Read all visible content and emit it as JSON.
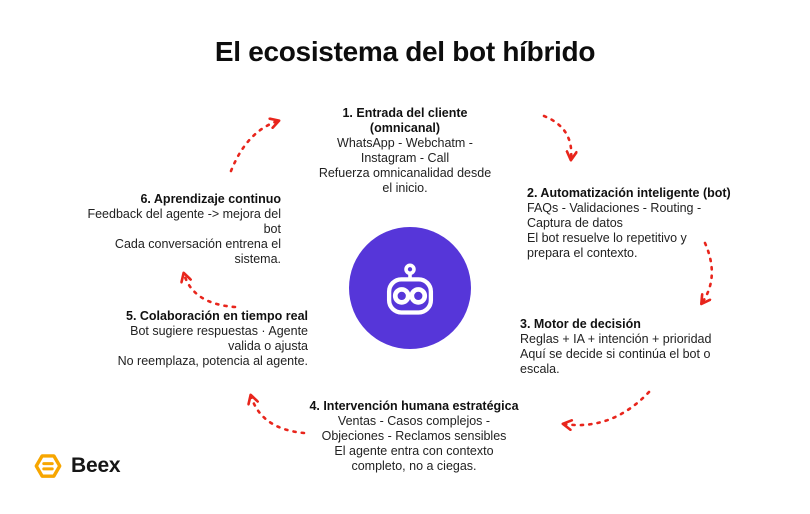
{
  "title": "El ecosistema del bot híbrido",
  "brand": {
    "name": "Beex"
  },
  "colors": {
    "arrow_red": "#e8251c",
    "bot_purple": "#5636d9",
    "logo_yellow": "#f7a600",
    "text": "#1b1b1b",
    "background": "#ffffff"
  },
  "center": {
    "icon": "bot-icon"
  },
  "steps": [
    {
      "title": [
        "1. Entrada del cliente",
        "(omnicanal)"
      ],
      "body": [
        "WhatsApp - Webchatm -",
        "Instagram - Call",
        "Refuerza omnicanalidad desde",
        "el inicio."
      ]
    },
    {
      "title": [
        "2. Automatización inteligente (bot)"
      ],
      "body": [
        "FAQs - Validaciones - Routing -",
        "Captura de datos",
        "El bot resuelve lo repetitivo y",
        "prepara el contexto."
      ]
    },
    {
      "title": [
        "3. Motor de decisión"
      ],
      "body": [
        "Reglas + IA + intención + prioridad",
        "Aquí se decide si continúa el bot o",
        "escala."
      ]
    },
    {
      "title": [
        "4. Intervención humana estratégica"
      ],
      "body": [
        "Ventas - Casos complejos -",
        "Objeciones - Reclamos sensibles",
        "El agente entra con contexto",
        "completo, no a ciegas."
      ]
    },
    {
      "title": [
        "5. Colaboración en tiempo real"
      ],
      "body": [
        "Bot sugiere respuestas · Agente",
        "valida o ajusta",
        "No reemplaza, potencia al agente."
      ]
    },
    {
      "title": [
        "6. Aprendizaje continuo"
      ],
      "body": [
        "Feedback del agente -> mejora del",
        "bot",
        "Cada conversación entrena el",
        "sistema."
      ]
    }
  ]
}
